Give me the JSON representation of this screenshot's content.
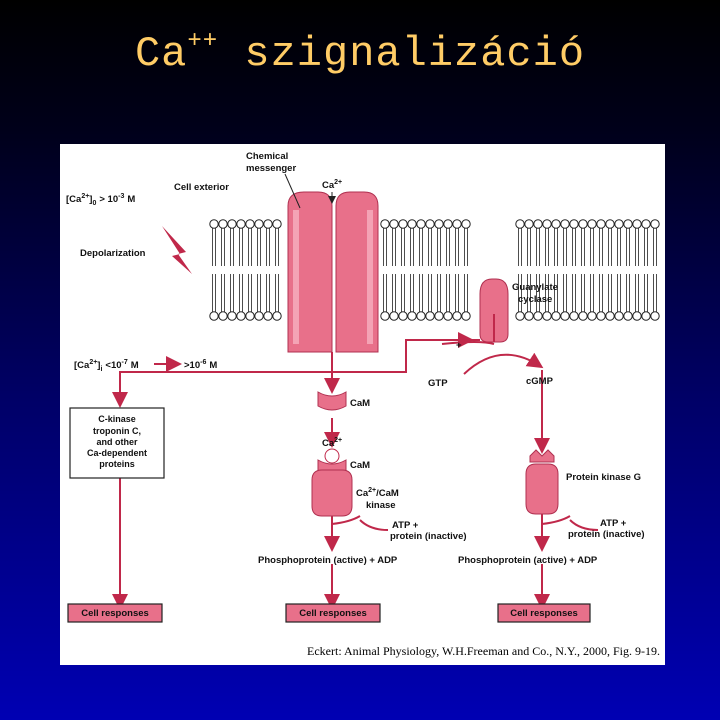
{
  "slide": {
    "title_main": "Ca",
    "title_sup": "++",
    "title_rest": " szignalizáció"
  },
  "figure": {
    "chemical_messenger_1": "Chemical",
    "chemical_messenger_2": "messenger",
    "cell_exterior": "Cell exterior",
    "ca_top": "Ca",
    "ca_top_sup": "2+",
    "ca_outside_a": "[Ca",
    "ca_outside_sup": "2+",
    "ca_outside_b": "]",
    "ca_outside_sub": "0",
    "ca_outside_val": "> 10",
    "ca_outside_exp": "-3",
    "ca_outside_unit": "M",
    "depolarization": "Depolarization",
    "guanylate_1": "Guanylate",
    "guanylate_2": "cyclase",
    "ca_inside_a": "[Ca",
    "ca_inside_sup": "2+",
    "ca_inside_b": "]",
    "ca_inside_sub": "i",
    "ca_inside_val1": "<10",
    "ca_inside_exp1": "-7",
    "ca_inside_unit1": "M",
    "ca_inside_val2": ">10",
    "ca_inside_exp2": "-6",
    "ca_inside_unit2": "M",
    "plus": "+",
    "gtp": "GTP",
    "cgmp": "cGMP",
    "cam_1": "CaM",
    "cam_ca": "Ca",
    "cam_ca_sup": "2+",
    "cam_2": "CaM",
    "kinase_box_1": "C-kinase",
    "kinase_box_2": "troponin C,",
    "kinase_box_3": "and other",
    "kinase_box_4": "Ca-dependent",
    "kinase_box_5": "proteins",
    "camk_a": "Ca",
    "camk_sup": "2+",
    "camk_b": "/CaM",
    "camk_c": "kinase",
    "pkg": "Protein kinase G",
    "atp_mid_1": "ATP +",
    "atp_mid_2": "protein (inactive)",
    "atp_right_1": "ATP +",
    "atp_right_2": "protein (inactive)",
    "phospho_mid": "Phosphoprotein (active) + ADP",
    "phospho_right": "Phosphoprotein (active) + ADP",
    "responses": [
      "Cell responses",
      "Cell responses",
      "Cell responses"
    ]
  },
  "citation": "Eckert: Animal Physiology, W.H.Freeman and Co., N.Y., 2000, Fig. 9-19.",
  "colors": {
    "channel": "#e8708a",
    "channel_light": "#f4a3b5",
    "pathway": "#c0284a",
    "response_box": "#e8708a"
  }
}
